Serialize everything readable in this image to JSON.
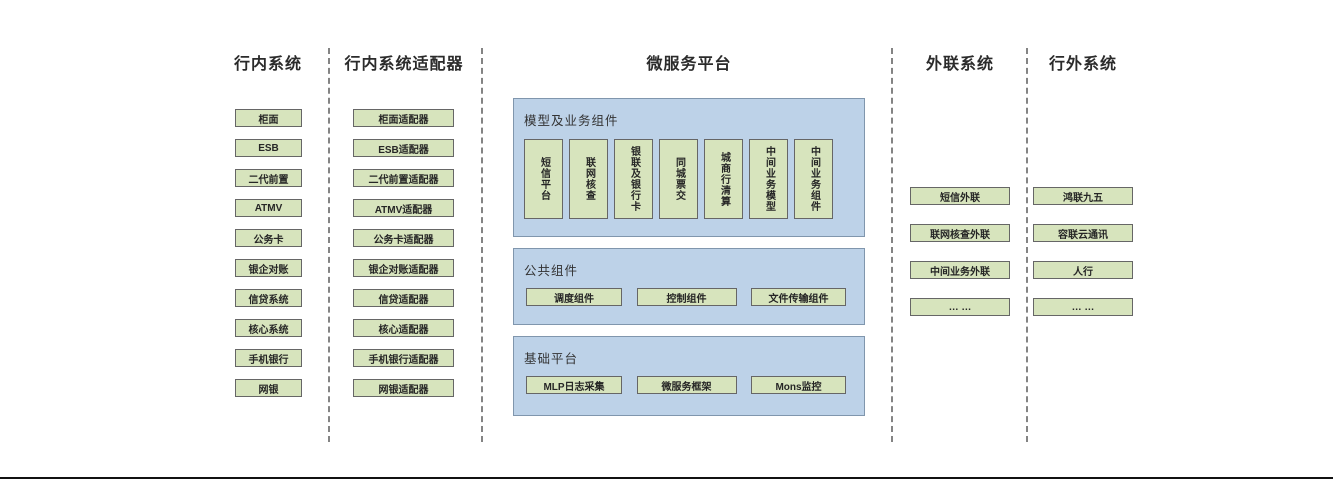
{
  "headers": {
    "col1": "行内系统",
    "col2": "行内系统适配器",
    "col3": "微服务平台",
    "col4": "外联系统",
    "col5": "行外系统"
  },
  "internal_systems": [
    "柜面",
    "ESB",
    "二代前置",
    "ATMV",
    "公务卡",
    "银企对账",
    "信贷系统",
    "核心系统",
    "手机银行",
    "网银"
  ],
  "adapters": [
    "柜面适配器",
    "ESB适配器",
    "二代前置适配器",
    "ATMV适配器",
    "公务卡适配器",
    "银企对账适配器",
    "信贷适配器",
    "核心适配器",
    "手机银行适配器",
    "网银适配器"
  ],
  "platform": {
    "model_business": {
      "label": "模型及业务组件",
      "items": [
        "短信平台",
        "联网核查",
        "银联及银行卡",
        "同城票交",
        "城商行清算",
        "中间业务模型",
        "中间业务组件"
      ]
    },
    "common": {
      "label": "公共组件",
      "items": [
        "调度组件",
        "控制组件",
        "文件传输组件"
      ]
    },
    "base": {
      "label": "基础平台",
      "items": [
        "MLP日志采集",
        "微服务框架",
        "Mons监控"
      ]
    }
  },
  "external_link_systems": [
    "短信外联",
    "联网核查外联",
    "中间业务外联",
    "… …"
  ],
  "outside_systems": [
    "鸿联九五",
    "容联云通讯",
    "人行",
    "… …"
  ],
  "colors": {
    "green_fill": "#d7e4bd",
    "green_border": "#666666",
    "blue_fill": "#bdd2e8",
    "blue_border": "#8096ad"
  }
}
